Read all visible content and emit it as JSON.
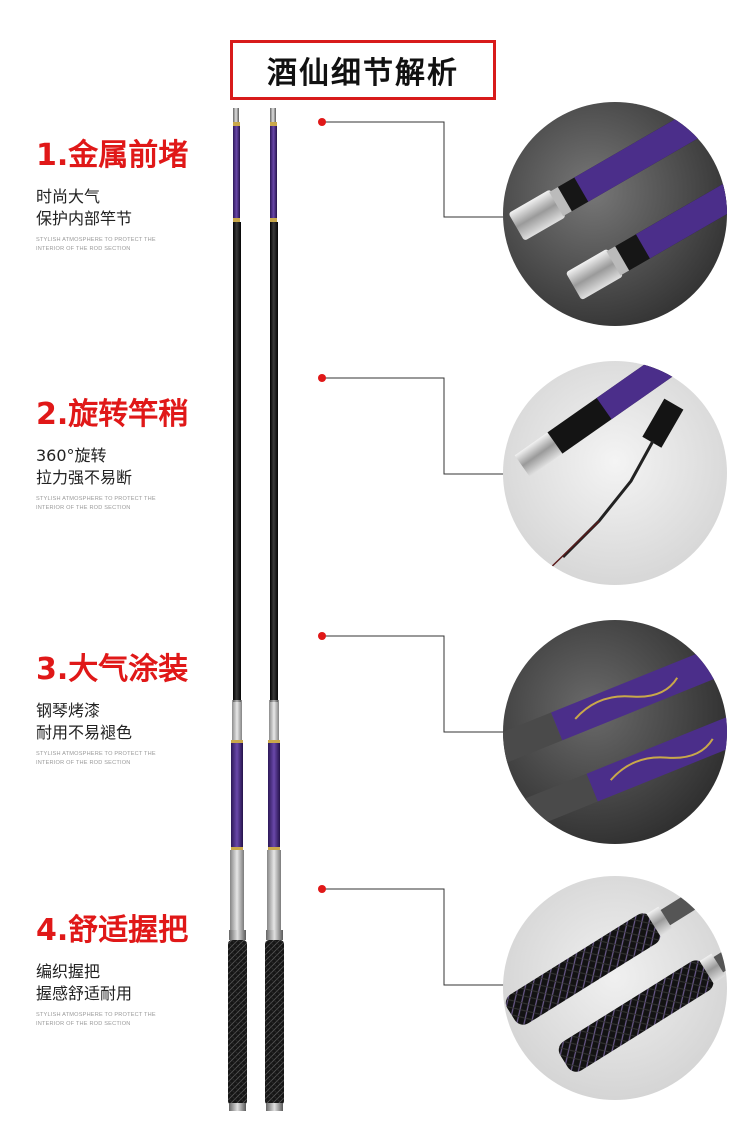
{
  "title": "酒仙细节解析",
  "features": [
    {
      "heading": "1.金属前堵",
      "line1": "时尚大气",
      "line2": "保护内部竿节",
      "en": "STYLISH ATMOSPHERE TO PROTECT THE INTERIOR OF THE ROD SECTION"
    },
    {
      "heading": "2.旋转竿稍",
      "line1": "360°旋转",
      "line2": "拉力强不易断",
      "en": "STYLISH ATMOSPHERE TO PROTECT THE INTERIOR OF THE ROD SECTION"
    },
    {
      "heading": "3.大气涂装",
      "line1": "钢琴烤漆",
      "line2": "耐用不易褪色",
      "en": "STYLISH ATMOSPHERE TO PROTECT THE INTERIOR OF THE ROD SECTION"
    },
    {
      "heading": "4.舒适握把",
      "line1": "编织握把",
      "line2": "握感舒适耐用",
      "en": "STYLISH ATMOSPHERE TO PROTECT THE INTERIOR OF THE ROD SECTION"
    }
  ],
  "colors": {
    "accent": "#e01818",
    "rod_purple": "#4a2a86",
    "rod_black": "#141414",
    "circle_bg": "#4a4a4a"
  }
}
